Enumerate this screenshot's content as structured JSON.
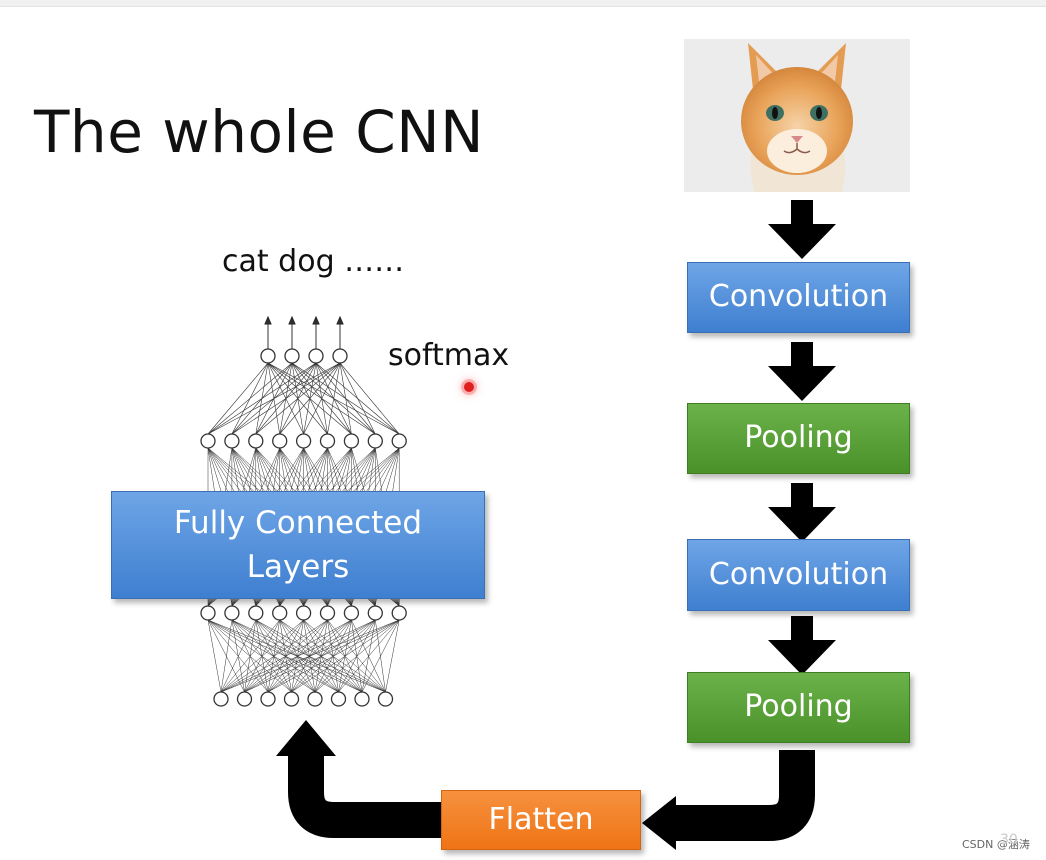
{
  "slide": {
    "title": "The whole CNN",
    "output_labels": "cat dog ……",
    "softmax_label": "softmax",
    "fc_box_line1": "Fully Connected",
    "fc_box_line2": "Layers",
    "pipeline": [
      {
        "label": "Convolution",
        "kind": "convolution",
        "color": "#4a8ad9"
      },
      {
        "label": "Pooling",
        "kind": "pooling",
        "color": "#5aa038"
      },
      {
        "label": "Convolution",
        "kind": "convolution",
        "color": "#4a8ad9"
      },
      {
        "label": "Pooling",
        "kind": "pooling",
        "color": "#5aa038"
      }
    ],
    "flatten_label": "Flatten",
    "input_image": "cat-photo",
    "page_number": "30"
  },
  "footer": {
    "watermark": "CSDN @涵涛"
  },
  "colors": {
    "blue": "#4a8ad9",
    "green": "#5aa038",
    "orange": "#f28227",
    "arrow": "#000000"
  }
}
